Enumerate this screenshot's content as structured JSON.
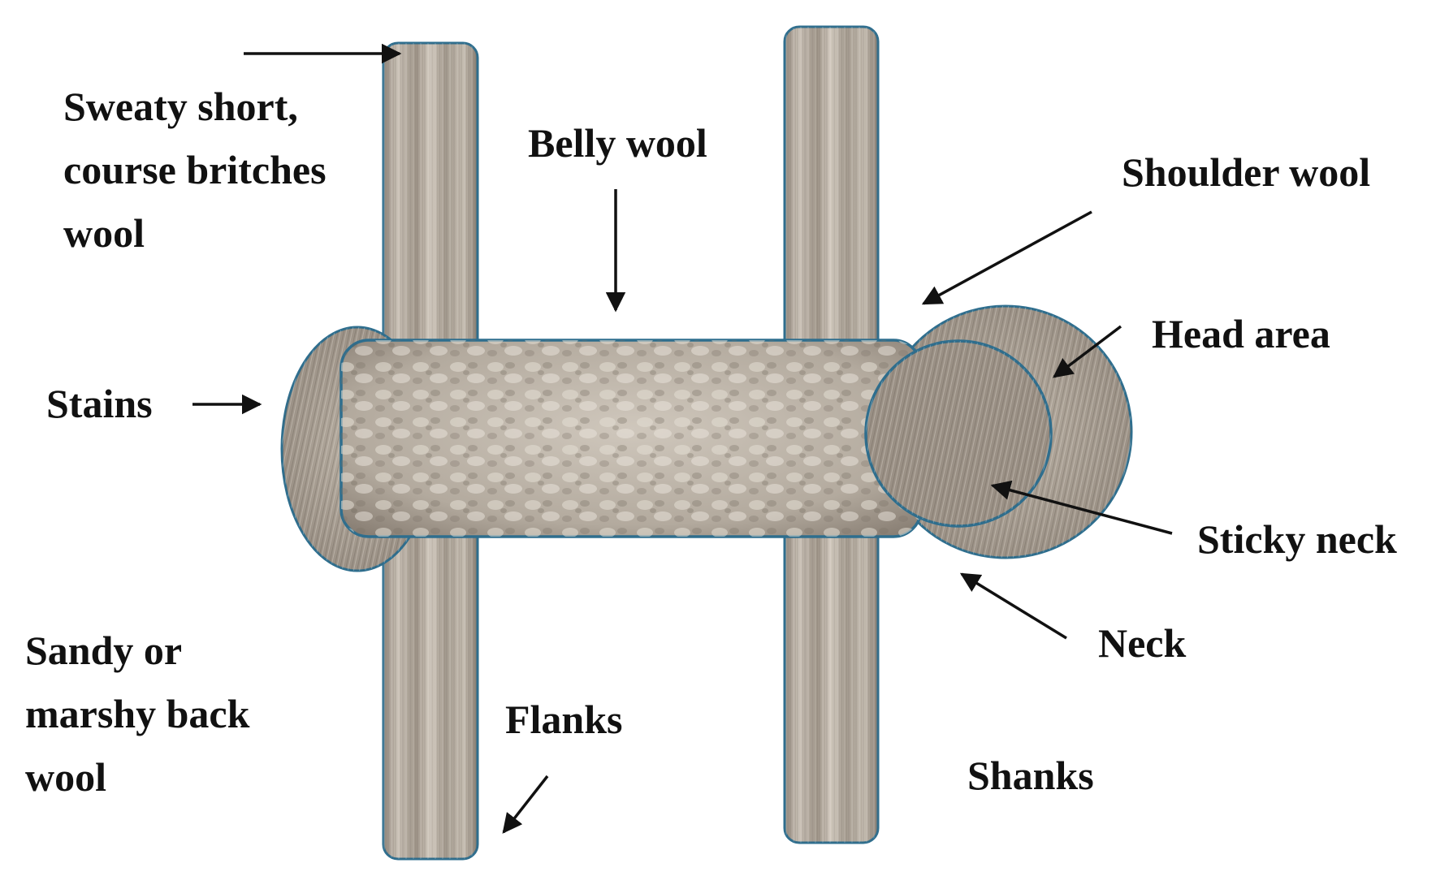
{
  "labels": {
    "sweaty_britches": [
      "Sweaty short,",
      "course britches",
      "wool"
    ],
    "belly_wool": "Belly wool",
    "shoulder_wool": "Shoulder wool",
    "head_area": "Head area",
    "stains": "Stains",
    "sticky_neck": "Sticky neck",
    "neck": "Neck",
    "sandy_back": [
      "Sandy or",
      "marshy back",
      "wool"
    ],
    "flanks": "Flanks",
    "shanks": "Shanks"
  },
  "colors": {
    "outline": "#2e6e8e",
    "wool_base": "#a69c90",
    "wool_light": "#d9d2c8",
    "wool_dark": "#6e645a",
    "text": "#111111"
  }
}
